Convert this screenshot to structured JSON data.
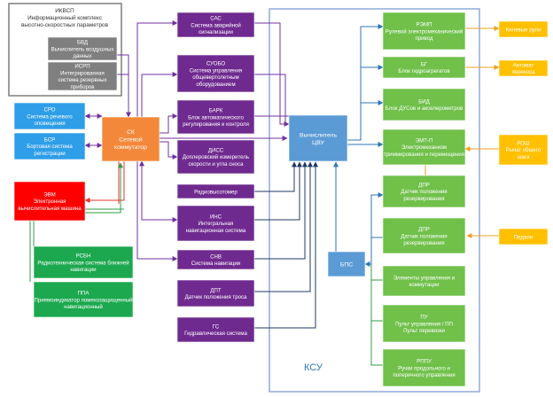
{
  "title": "КСУ",
  "colors": {
    "gray_dark": "#7f7f7f",
    "gray_border": "#7f7f7f",
    "blue": "#2e9ee8",
    "red": "#ff0000",
    "green": "#1ca84e",
    "orange": "#f4883a",
    "purple": "#6f2a8f",
    "steel": "#5b9bd5",
    "lime": "#70c04a",
    "yellow": "#ffc000",
    "line_purple": "#7030a0",
    "line_red": "#e5352c",
    "line_blue": "#2e75b6",
    "line_green": "#2f9e44",
    "line_orange": "#f0a020",
    "line_dark": "#1f3864",
    "ksu_border": "#8eaadb"
  },
  "ikvsp": {
    "title": "ИКВСП",
    "desc": "Информационный комплекс высотно-скоростных параметров"
  },
  "bvd": {
    "title": "БВД",
    "desc": "Вычислитель воздушных данных"
  },
  "isrp": {
    "title": "ИСРП",
    "desc": "Интегрированная система резервных приборов"
  },
  "sro": {
    "title": "СРО",
    "desc": "Система речевого оповещения"
  },
  "bsr": {
    "title": "БСР",
    "desc": "Бортовая система регистрации"
  },
  "evm": {
    "title": "ЭВМ",
    "desc": "Электронная вычислительная машина"
  },
  "rsbn": {
    "title": "РСБН",
    "desc": "Радиотехническая система ближней навигации"
  },
  "ppa": {
    "title": "ППА",
    "desc": "Приемоиндикатор помехозащищенный навигационный"
  },
  "sk": {
    "title": "СК",
    "desc": "Сетевой коммутатор"
  },
  "sas": {
    "title": "САС",
    "desc": "Система аварийной сигнализации"
  },
  "suobo": {
    "title": "СУОБО",
    "desc": "Система управления общевертолетным оборудованием"
  },
  "barc": {
    "title": "БАРК",
    "desc": "Блок автоматического регулирования и контроля"
  },
  "diss": {
    "title": "ДИСС",
    "desc": "Доплеровский измеритель скорости и угла сноса"
  },
  "rv": {
    "desc": "Радиовысотомер"
  },
  "ins": {
    "title": "ИНС",
    "desc": "Интегральная навигационная система"
  },
  "snv": {
    "title": "СНВ",
    "desc": "Система навигации"
  },
  "dpt": {
    "title": "ДПТ",
    "desc": "Датчик положения троса"
  },
  "gs": {
    "title": "ГС",
    "desc": "Гидравлическая система"
  },
  "vcvu": {
    "title": "Вычислитель",
    "desc": "ЦВУ"
  },
  "bps": {
    "title": "БПС"
  },
  "remp": {
    "title": "РЭМП",
    "desc": "Рулевой электромеханический привод"
  },
  "bg": {
    "title": "БГ",
    "desc": "Блок гидроагрегатов"
  },
  "bid": {
    "title": "БИД",
    "desc": "Блок ДУСов и акселерометров"
  },
  "emtp": {
    "title": "ЭМТ-П",
    "desc": "Электромеханизм триммирования и перемещения"
  },
  "dpr1": {
    "title": "ДПР",
    "desc": "Датчик положения резервирования"
  },
  "dpr2": {
    "title": "ДПР",
    "desc": "Датчик положения резервирования"
  },
  "euk": {
    "desc": "Элементы управления и коммутации"
  },
  "pu": {
    "title": "ПУ",
    "desc": "Пульт управления / ПП",
    "desc2": "Пульт перевязки"
  },
  "rppu": {
    "title": "РППУ",
    "desc": "Ручки продольного и поперечного управления"
  },
  "kill": {
    "desc": "Килевые рули"
  },
  "autoperekos": {
    "desc": "Автомат перекоса"
  },
  "roshch": {
    "title": "РОШ",
    "desc": "Рычаг общего шага"
  },
  "pedals": {
    "desc": "Педали"
  }
}
